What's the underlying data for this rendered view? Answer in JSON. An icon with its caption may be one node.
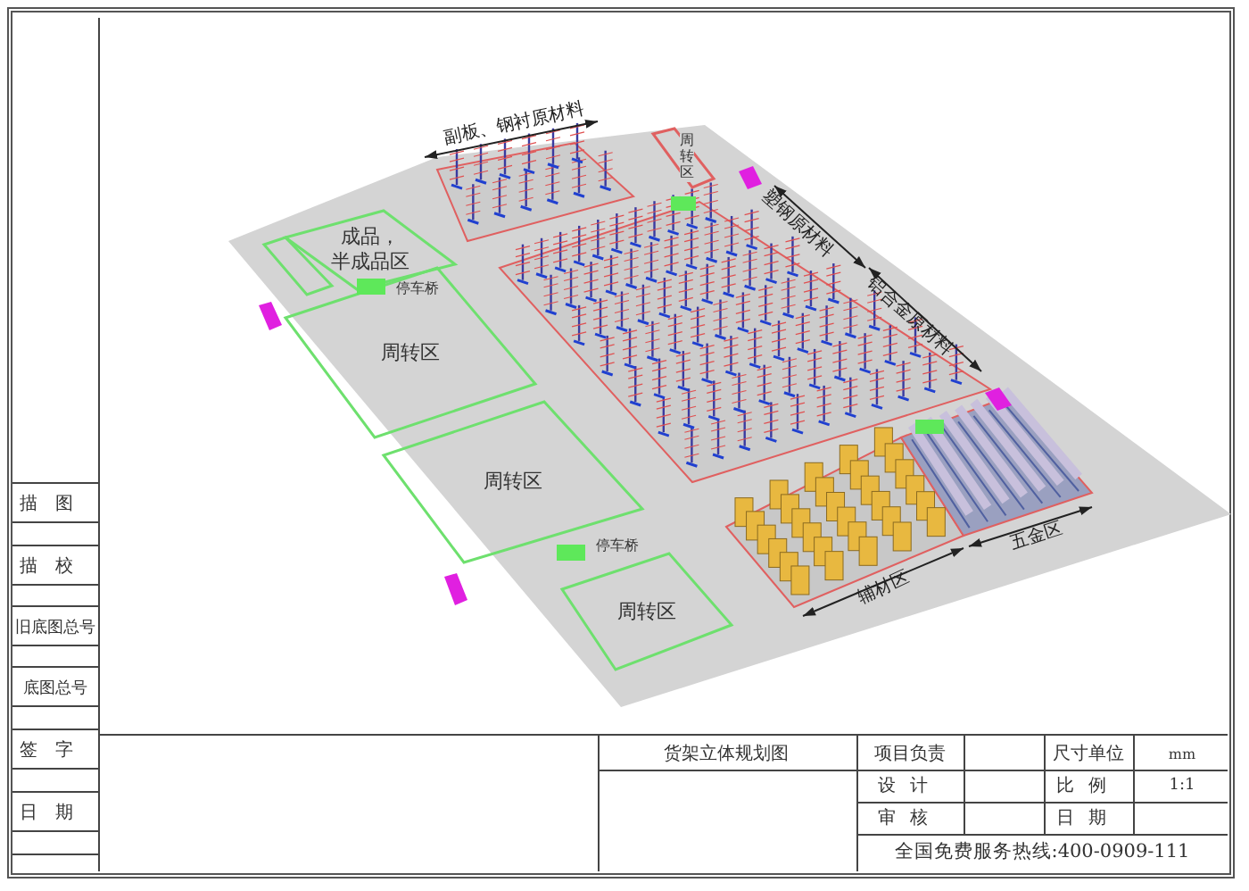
{
  "diagram": {
    "nodes": [
      {
        "text": [
          "成品，半成品区"
        ]
      },
      {
        "text": [
          "周转区"
        ]
      },
      {
        "text": [
          "周转区"
        ]
      },
      {
        "text": [
          "周转区"
        ]
      },
      {
        "text": [
          "周转区"
        ]
      },
      {
        "text": [],
        "shape": "box"
      },
      {
        "text": [],
        "shape": "box"
      },
      {
        "text": [],
        "shape": "box"
      },
      {
        "text": [],
        "shape": "box"
      }
    ],
    "edges": [],
    "labels": [
      "副板、钢衬原材料",
      "塑钢原材料",
      "铝合金原材料",
      "辅材区",
      "五金区",
      "描图",
      "描校",
      "旧底图总号",
      "底图总号",
      "签字",
      "日期",
      "货架立体规划图",
      "项目负责",
      "尺寸单位",
      "mm",
      "设计",
      "比例",
      "1:1",
      "审核",
      "日期",
      "全国免费服务热线:400-0909-111",
      "停车桥",
      "停车桥"
    ]
  }
}
